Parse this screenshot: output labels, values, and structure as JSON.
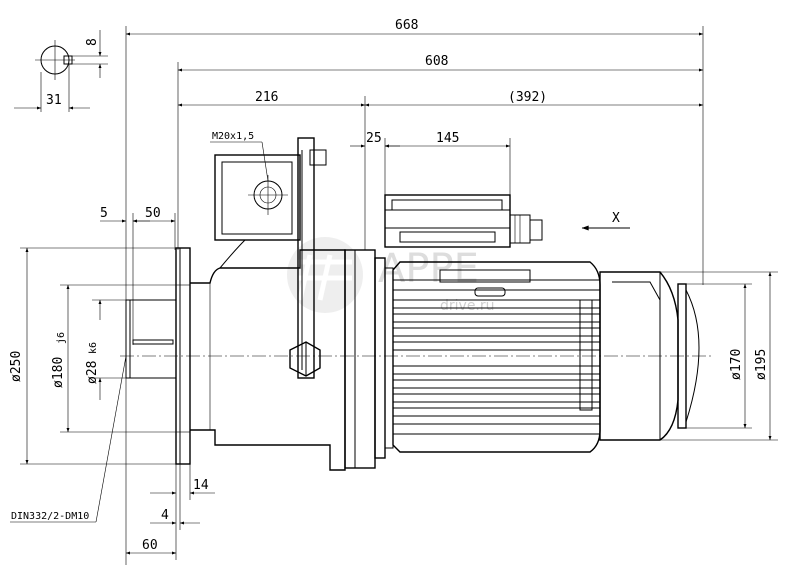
{
  "drawing": {
    "dimensions": {
      "overall_length": "668",
      "length_to_motor_end": "608",
      "gearbox_length": "216",
      "motor_length": "(392)",
      "terminal_box_offset": "25",
      "terminal_box_length": "145",
      "shaft_setback": "5",
      "shaft_length": "50",
      "flange_to_shaft_end": "60",
      "flange_thickness": "14",
      "spigot_depth": "4",
      "key_width": "8",
      "key_height": "31",
      "flange_diameter": "ø250",
      "spigot_diameter": "ø180",
      "spigot_fit": "j6",
      "shaft_diameter": "ø28",
      "shaft_fit": "k6",
      "motor_diameter": "ø195",
      "fan_diameter": "ø170"
    },
    "labels": {
      "thread": "M20x1,5",
      "center_hole": "DIN332/2-DM10",
      "view_arrow": "X"
    },
    "watermark": {
      "brand": "APPE",
      "site": "drive.ru"
    }
  }
}
